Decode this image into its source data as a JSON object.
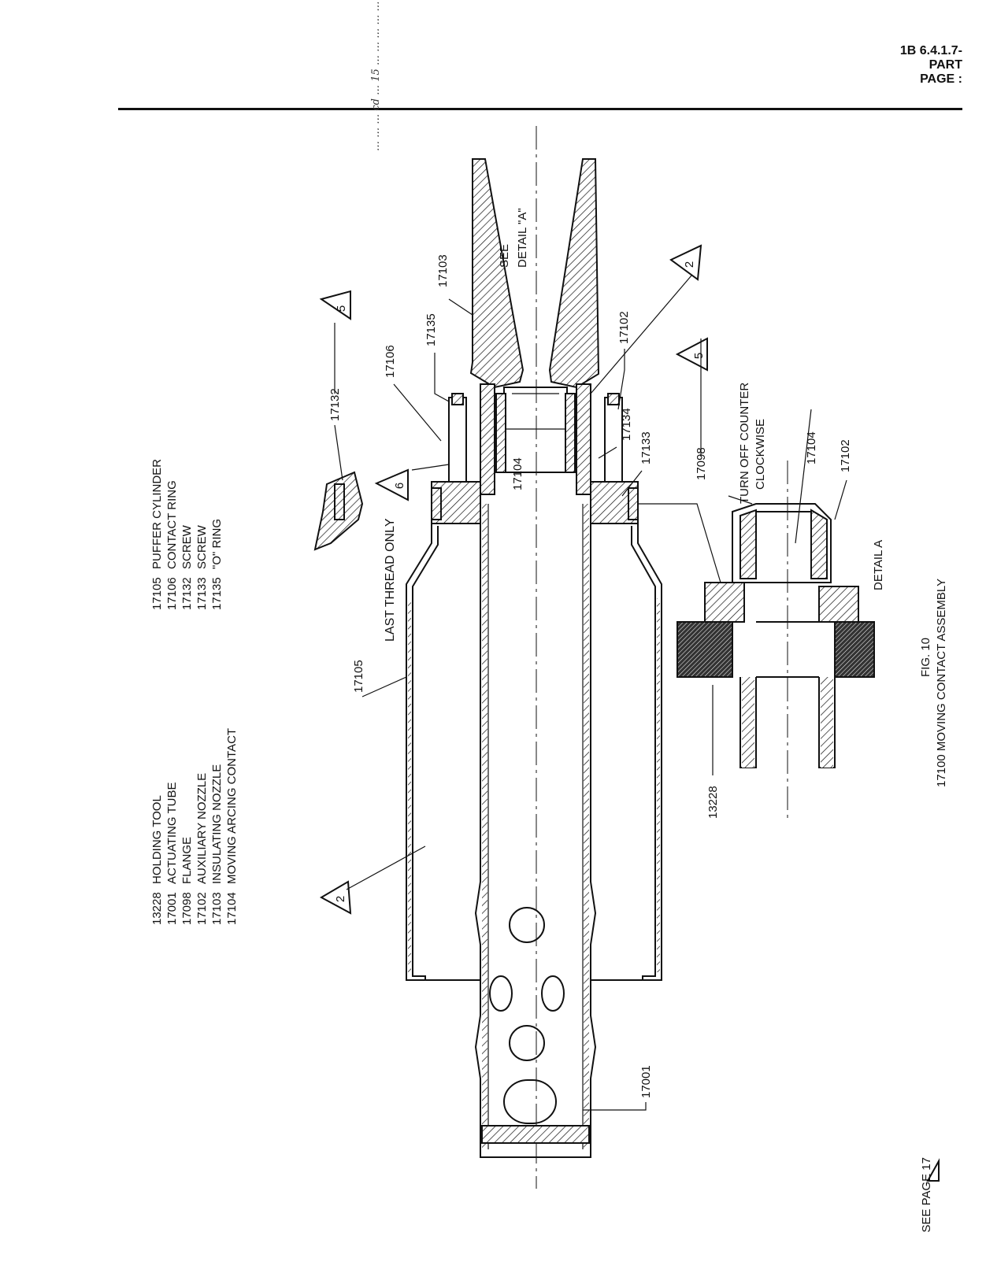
{
  "header": {
    "doc_no": "1B 6.4.1.7-",
    "part": "PART",
    "page": "PAGE :"
  },
  "margin_note": "… … … cd … 15 … … … … … …",
  "legend_left": [
    {
      "num": "13228",
      "name": "HOLDING TOOL"
    },
    {
      "num": "17001",
      "name": "ACTUATING TUBE"
    },
    {
      "num": "17098",
      "name": "FLANGE"
    },
    {
      "num": "17102",
      "name": "AUXILIARY NOZZLE"
    },
    {
      "num": "17103",
      "name": "INSULATING NOZZLE"
    },
    {
      "num": "17104",
      "name": "MOVING ARCING CONTACT"
    }
  ],
  "legend_right": [
    {
      "num": "17105",
      "name": "PUFFER CYLINDER"
    },
    {
      "num": "17106",
      "name": "CONTACT RING"
    },
    {
      "num": "17132",
      "name": "SCREW"
    },
    {
      "num": "17133",
      "name": "SCREW"
    },
    {
      "num": "17135",
      "name": "\"O\" RING"
    }
  ],
  "callouts": {
    "c17103": "17103",
    "c17135": "17135",
    "c17106": "17106",
    "c17102a": "17102",
    "c17134": "17134",
    "c17133": "17133",
    "c17104a": "17104",
    "c17132": "17132",
    "c17105": "17105",
    "c17001": "17001",
    "c17098": "17098",
    "c17104b": "17104",
    "c17102b": "17102",
    "c13228": "13228",
    "see": "SEE",
    "detail_a_ref": "DETAIL \"A\"",
    "last_thread": "LAST THREAD ONLY",
    "turn_off": "TURN OFF COUNTER",
    "clockwise": "CLOCKWISE",
    "detail_a": "DETAIL A",
    "tri_5a": "5",
    "tri_5b": "5",
    "tri_2a": "2",
    "tri_2b": "2",
    "tri_6": "6"
  },
  "fig_label": "FIG. 10",
  "fig_title": "17100 MOVING CONTACT ASSEMBLY",
  "footer": "SEE PAGE 17"
}
